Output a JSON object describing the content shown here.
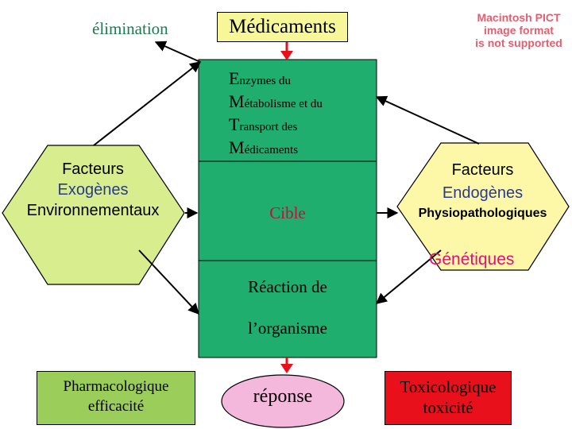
{
  "labels": {
    "elimination": "élimination",
    "medicaments": "Médicaments",
    "pict_notice": "Macintosh PICT\nimage format\nis not supported",
    "enzymes": [
      {
        "cap": "E",
        "rest": "nzymes du"
      },
      {
        "cap": "M",
        "rest": "étabolisme et du"
      },
      {
        "cap": "T",
        "rest": "ransport des"
      },
      {
        "cap": "M",
        "rest": "édicaments"
      }
    ],
    "cible": "Cible",
    "reaction_line1": "Réaction de",
    "reaction_line2": "l’organisme",
    "reponse": "réponse"
  },
  "left_hexagon": {
    "line1": "Facteurs",
    "line2": "Exogènes",
    "line3": "Environnementaux"
  },
  "right_hexagon": {
    "line1": "Facteurs",
    "line2": "Endogènes",
    "line3": "Physiopathologiques"
  },
  "genetiques": "Génétiques",
  "outcomes": {
    "pharma_line1": "Pharmacologique",
    "pharma_line2": "efficacité",
    "tox_line1": "Toxicologique",
    "tox_line2": "toxicité"
  },
  "colors": {
    "center_box": "#1fae6e",
    "hexagon_left": "#d8ee8e",
    "hexagon_right": "#fcf8a8",
    "medicaments_box": "#f7f79a",
    "pharma_box": "#9acd5a",
    "tox_box": "#e8101a",
    "reponse_ellipse": "#f4b8dc",
    "red_arrow": "#e8101a",
    "genetiques_text": "#e0107a",
    "cible_text": "#c0113a"
  }
}
